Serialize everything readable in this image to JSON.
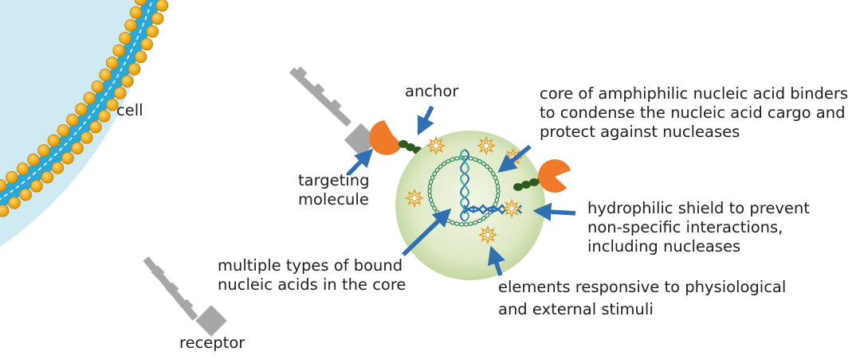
{
  "labels": {
    "cell": "cell",
    "receptor": "receptor",
    "anchor": "anchor",
    "targeting_line1": "targeting",
    "targeting_line2": "molecule",
    "core_line1": "core of amphiphilic nucleic acid binders",
    "core_line2": "to condense the nucleic acid cargo and",
    "core_line3": "protect against nucleases",
    "shield_line1": "hydrophilic shield to prevent",
    "shield_line2": "non-specific interactions,",
    "shield_line3": "including nucleases",
    "multi_line1": "multiple types of bound",
    "multi_line2": "nucleic acids in the core",
    "elements_line1": "elements responsive to physiological",
    "elements_line2": "and external stimuli"
  },
  "colors": {
    "cell_fill": "#cfeaf2",
    "membrane_band": "#2aa9d8",
    "lipid_head": "#f0a81a",
    "lipid_head_edge": "#c27d00",
    "receptor_gray": "#a7a7a7",
    "targeting_orange": "#ee7a2a",
    "anchor_green": "#2d5a1e",
    "particle_fill": "#dfe9c5",
    "arrow_blue": "#2f6fb2",
    "stimuli_orange": "#e0a030",
    "dna_blue": "#2b6cb5",
    "dna_teal": "#3aa8a0",
    "ring_green": "#3b8a6a",
    "text": "#1f1f1f"
  }
}
